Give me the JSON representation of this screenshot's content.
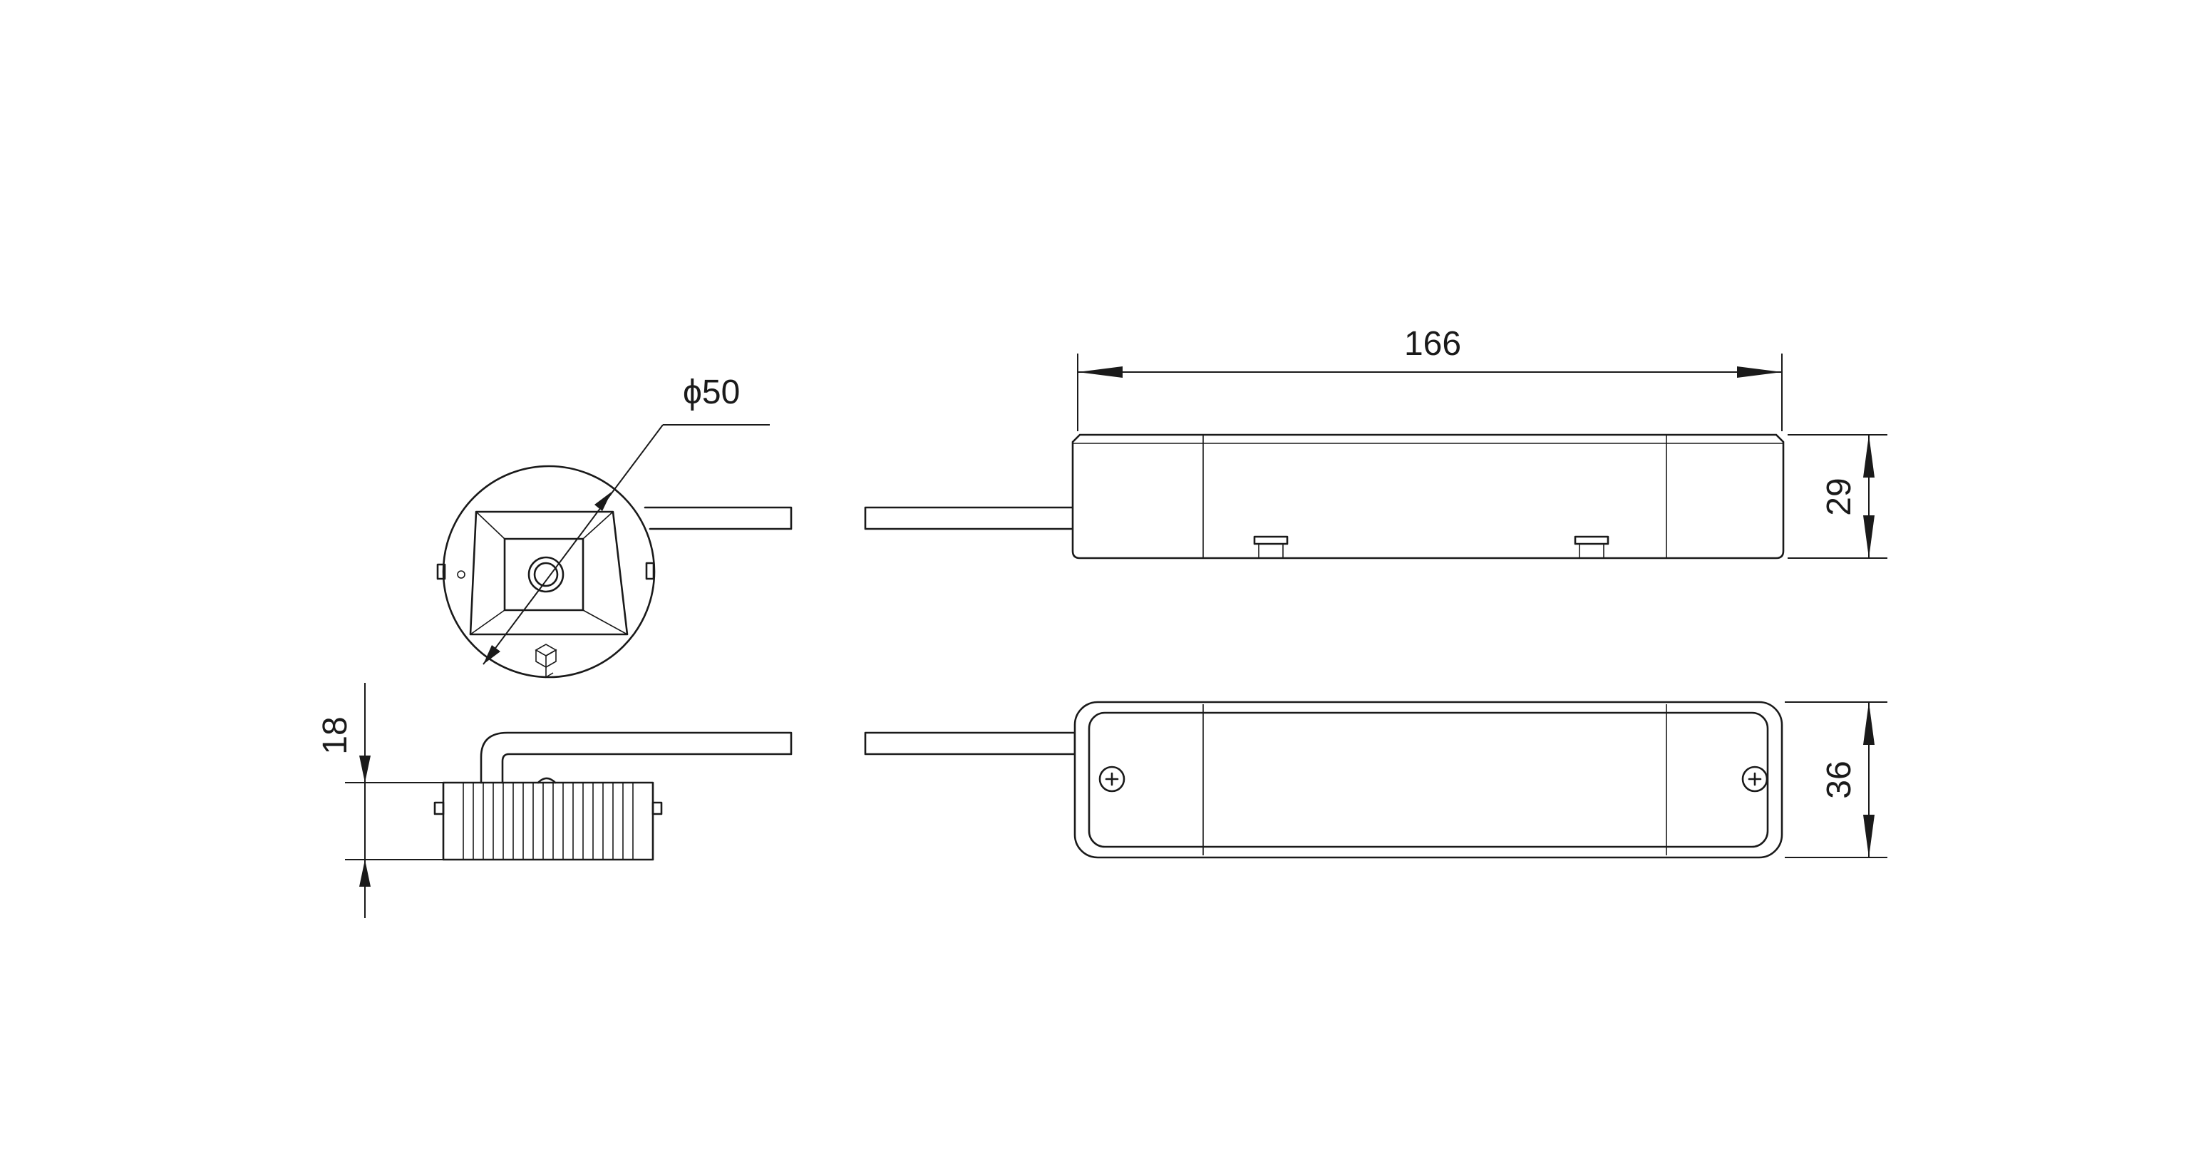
{
  "drawing": {
    "dimensions": {
      "diameter": "ϕ50",
      "length": "166",
      "height": "29",
      "width": "36",
      "thickness": "18"
    }
  },
  "colors": {
    "line": "#1a1a1a",
    "background": "#ffffff"
  }
}
